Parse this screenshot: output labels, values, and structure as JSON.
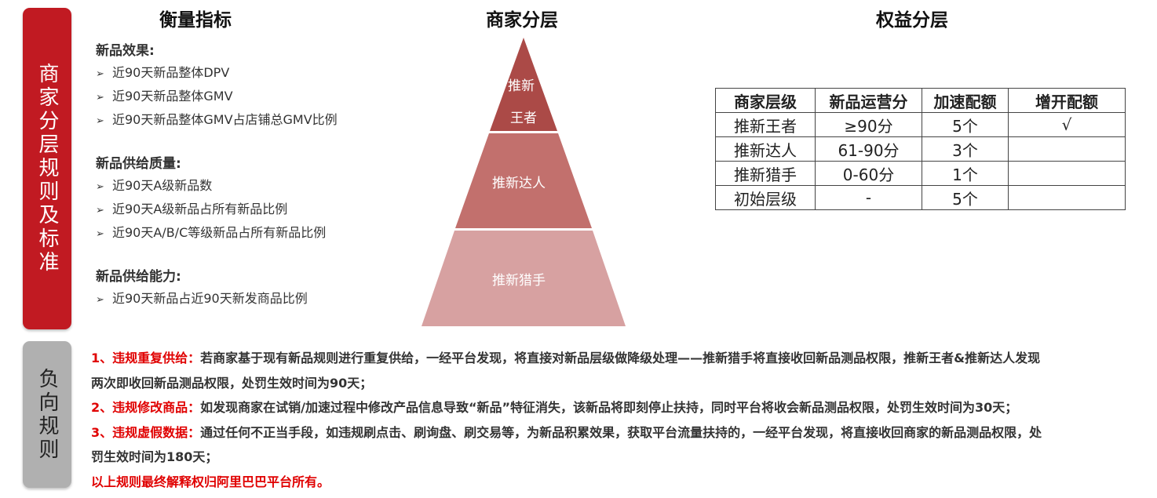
{
  "sidebar": {
    "top_block": {
      "label": "商家分层规则及标准",
      "color": "#c11a22"
    },
    "bottom_block": {
      "label": "负向规则",
      "color": "#b0b0b0"
    }
  },
  "columns": {
    "metrics_title": "衡量指标",
    "tiers_title": "商家分层",
    "benefits_title": "权益分层"
  },
  "metrics": {
    "bullet_icon": "➢",
    "groups": [
      {
        "title": "新品效果:",
        "items": [
          "近90天新品整体DPV",
          "近90天新品整体GMV",
          "近90天新品整体GMV占店铺总GMV比例"
        ]
      },
      {
        "title": "新品供给质量:",
        "items": [
          "近90天A级新品数",
          "近90天A级新品占所有新品比例",
          "近90天A/B/C等级新品占所有新品比例"
        ]
      },
      {
        "title": "新品供给能力:",
        "items": [
          "近90天新品占近90天新发商品比例"
        ]
      }
    ]
  },
  "pyramid": {
    "tiers": [
      {
        "label_line1": "推新",
        "label_line2": "王者",
        "color": "#ab4a47"
      },
      {
        "label": "推新达人",
        "color": "#c2706d"
      },
      {
        "label": "推新猎手",
        "color": "#d7a1a1"
      }
    ]
  },
  "benefits_table": {
    "headers": [
      "商家层级",
      "新品运营分",
      "加速配额",
      "增开配额"
    ],
    "rows": [
      [
        "推新王者",
        "≥90分",
        "5个",
        "√"
      ],
      [
        "推新达人",
        "61-90分",
        "3个",
        ""
      ],
      [
        "推新猎手",
        "0-60分",
        "1个",
        ""
      ],
      [
        "初始层级",
        "-",
        "5个",
        ""
      ]
    ]
  },
  "negative_rules": {
    "accent_color": "#e00000",
    "rules": [
      {
        "key": "1、违规重复供给：",
        "text_line1": "若商家基于现有新品规则进行重复供给，一经平台发现，将直接对新品层级做降级处理——推新猎手将直接收回新品测品权限，推新王者&推新达人发现",
        "text_line2": "两次即收回新品测品权限，处罚生效时间为90天；"
      },
      {
        "key": "2、违规修改商品：",
        "text_line1": "如发现商家在试销/加速过程中修改产品信息导致“新品”特征消失，该新品将即刻停止扶持，同时平台将收会新品测品权限，处罚生效时间为30天；"
      },
      {
        "key": "3、违规虚假数据：",
        "text_line1": "通过任何不正当手段，如违规刷点击、刷询盘、刷交易等，为新品积累效果，获取平台流量扶持的，一经平台发现，将直接收回商家的新品测品权限，处",
        "text_line2": "罚生效时间为180天；"
      }
    ],
    "footer": "以上规则最终解释权归阿里巴巴平台所有。"
  }
}
